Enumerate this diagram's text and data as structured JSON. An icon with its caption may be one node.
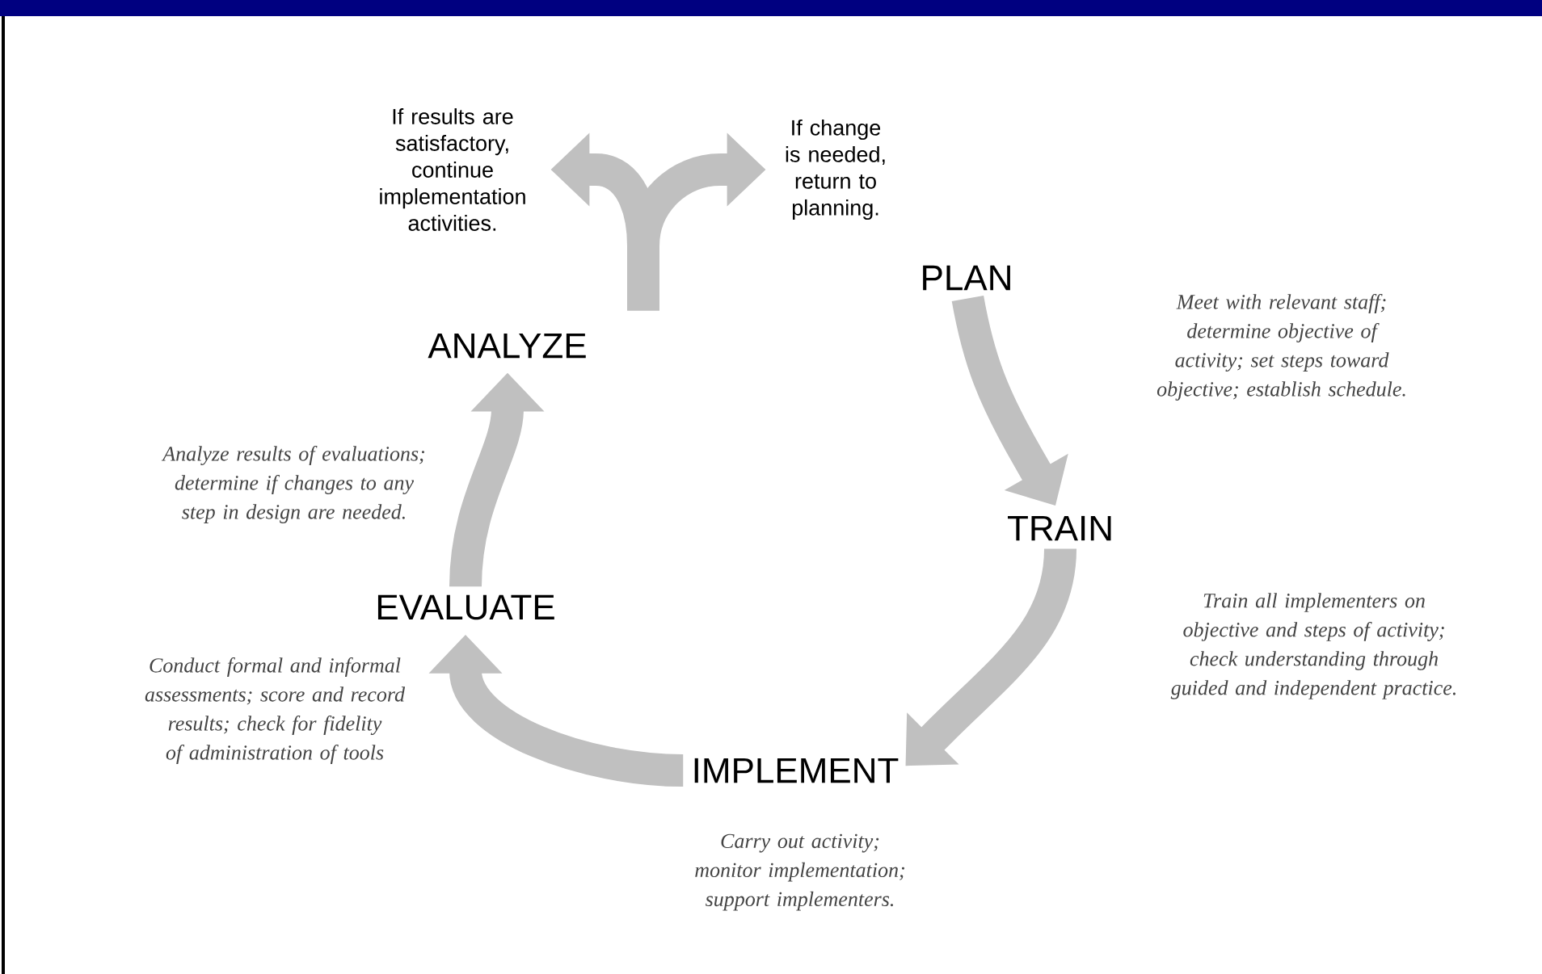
{
  "diagram": {
    "nodes": [
      {
        "text": [
          "If results are satisfactory, continue implementation activities."
        ]
      },
      {
        "text": [
          "If change is needed, return to planning."
        ]
      },
      {
        "text": [
          "PLAN"
        ]
      },
      {
        "text": [
          "TRAIN"
        ]
      },
      {
        "text": [
          "IMPLEMENT"
        ]
      },
      {
        "text": [
          "EVALUATE"
        ]
      },
      {
        "text": [
          "ANALYZE"
        ]
      }
    ],
    "edges": [
      {
        "from": 2,
        "to": 3,
        "arrow": "to"
      },
      {
        "from": 3,
        "to": 4,
        "arrow": "to"
      },
      {
        "from": 4,
        "to": 5,
        "arrow": "to"
      },
      {
        "from": 5,
        "to": 6,
        "arrow": "to"
      },
      {
        "from": 6,
        "to": 0,
        "arrow": "to"
      },
      {
        "from": 6,
        "to": 1,
        "arrow": "to"
      }
    ],
    "labels": [
      "Meet with relevant staff; determine objective of activity; set steps toward objective; establish schedule.",
      "Analyze results of evaluations; determine if changes to any step in design are needed.",
      "Train all implementers on objective and steps of activity; check understanding through guided and independent practice.",
      "Conduct formal and informal assessments; score and record results; check for fidelity of administration of tools",
      "Carry out activity; monitor implementation; support implementers."
    ]
  }
}
